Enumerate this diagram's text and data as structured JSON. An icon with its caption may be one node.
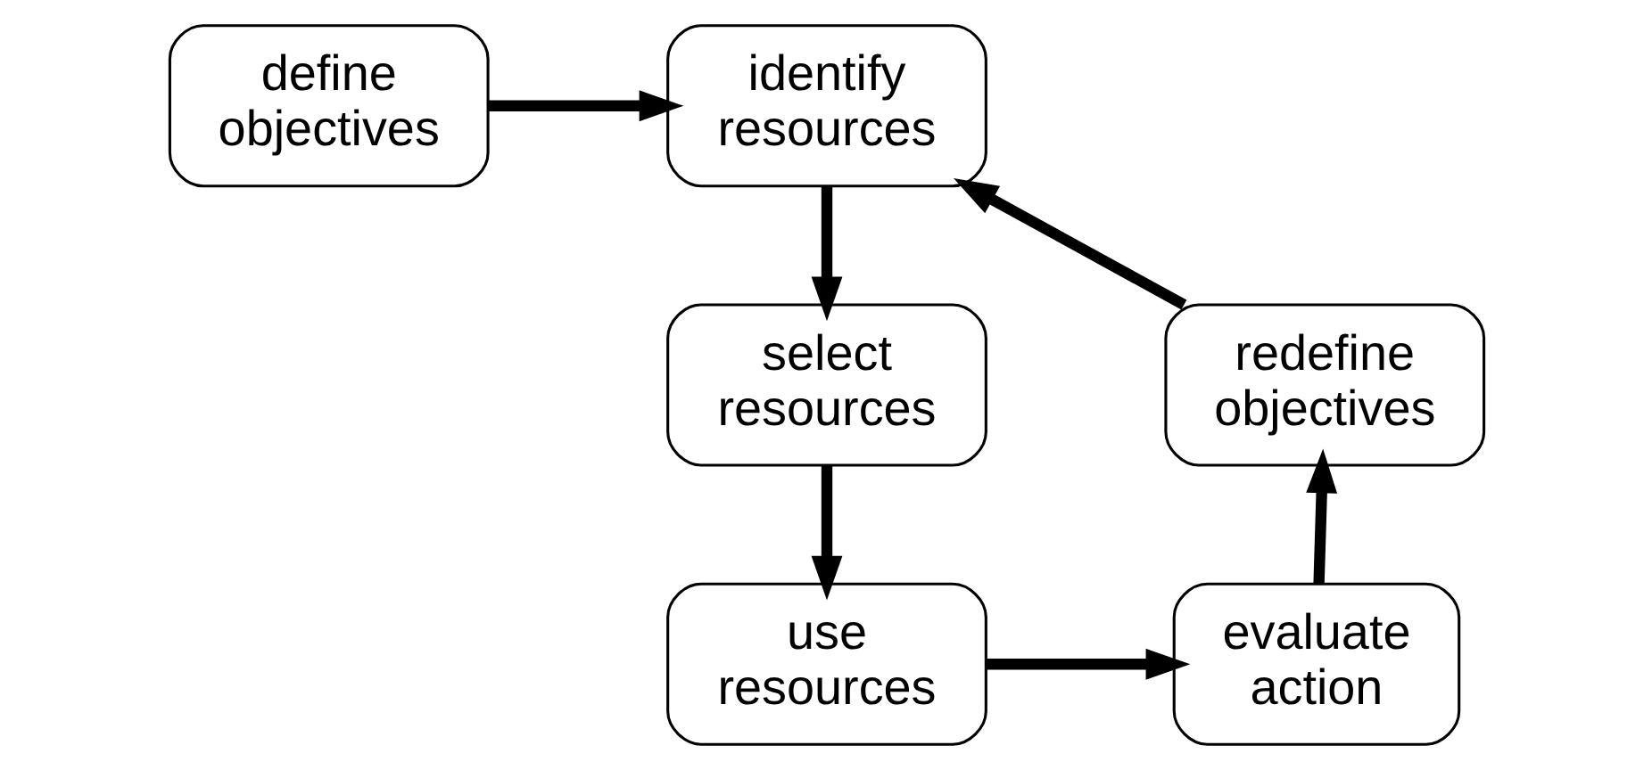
{
  "diagram": {
    "nodes": [
      {
        "text": [
          "define objectives"
        ]
      },
      {
        "text": [
          "identify resources"
        ]
      },
      {
        "text": [
          "select resources"
        ]
      },
      {
        "text": [
          "use resources"
        ]
      },
      {
        "text": [
          "evaluate action"
        ]
      },
      {
        "text": [
          "redefine objectives"
        ]
      }
    ],
    "edges": [
      {
        "from": 0,
        "to": 1,
        "arrow": "to"
      },
      {
        "from": 1,
        "to": 2,
        "arrow": "to"
      },
      {
        "from": 2,
        "to": 3,
        "arrow": "to"
      },
      {
        "from": 3,
        "to": 4,
        "arrow": "to"
      },
      {
        "from": 4,
        "to": 5,
        "arrow": "to"
      },
      {
        "from": 5,
        "to": 1,
        "arrow": "to"
      }
    ]
  }
}
